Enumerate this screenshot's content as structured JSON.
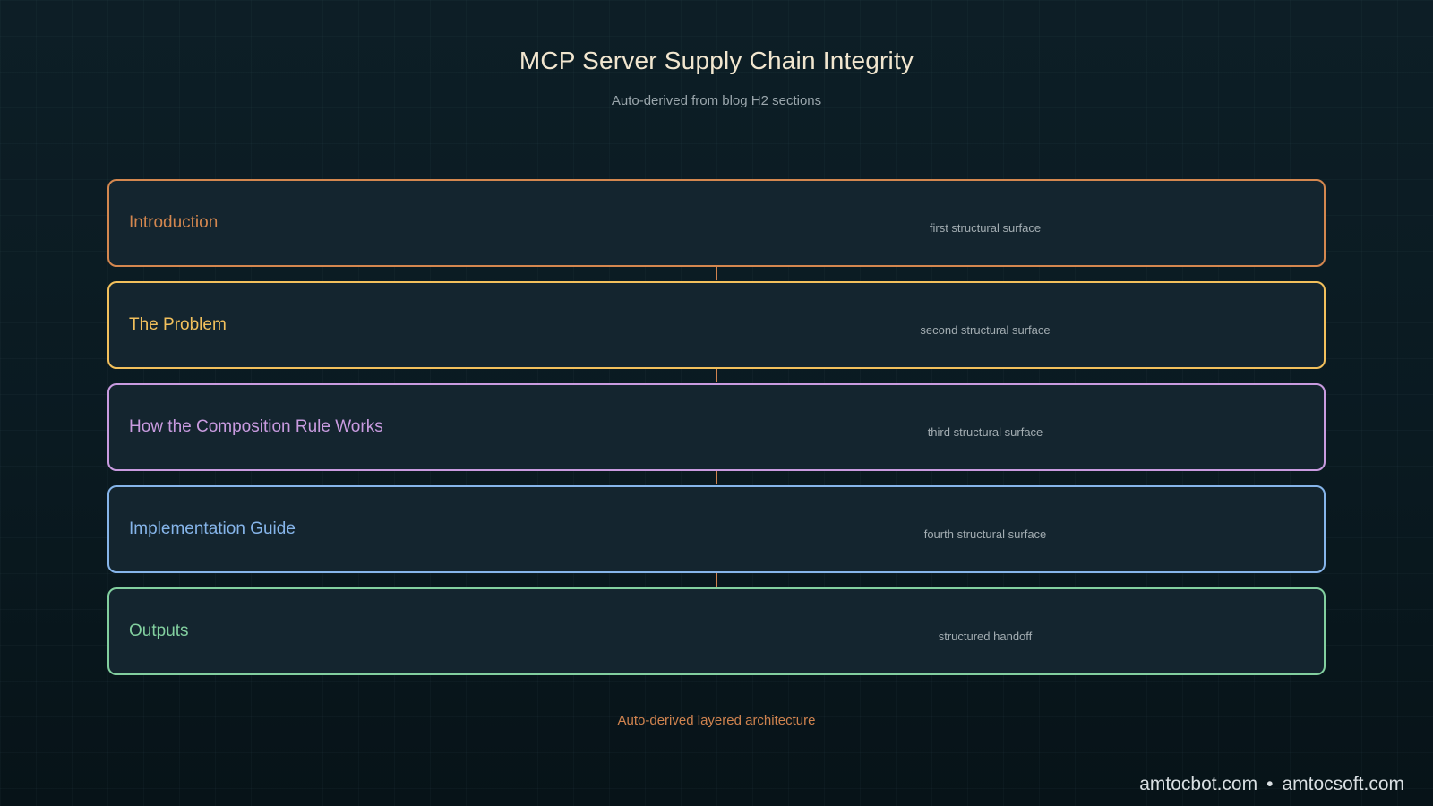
{
  "header": {
    "title": "MCP Server Supply Chain Integrity",
    "subtitle": "Auto-derived from blog H2 sections"
  },
  "layers": [
    {
      "name": "Introduction",
      "description": "first structural surface",
      "color": "#d4874f"
    },
    {
      "name": "The Problem",
      "description": "second structural surface",
      "color": "#f2c05c"
    },
    {
      "name": "How the Composition Rule Works",
      "description": "third structural surface",
      "color": "#c99be0"
    },
    {
      "name": "Implementation Guide",
      "description": "fourth structural surface",
      "color": "#86b5ea"
    },
    {
      "name": "Outputs",
      "description": "structured handoff",
      "color": "#82cf9f"
    }
  ],
  "connector_color": "#d0834f",
  "caption": "Auto-derived layered architecture",
  "footer": {
    "site_a": "amtocbot.com",
    "separator": "•",
    "site_b": "amtocsoft.com"
  }
}
